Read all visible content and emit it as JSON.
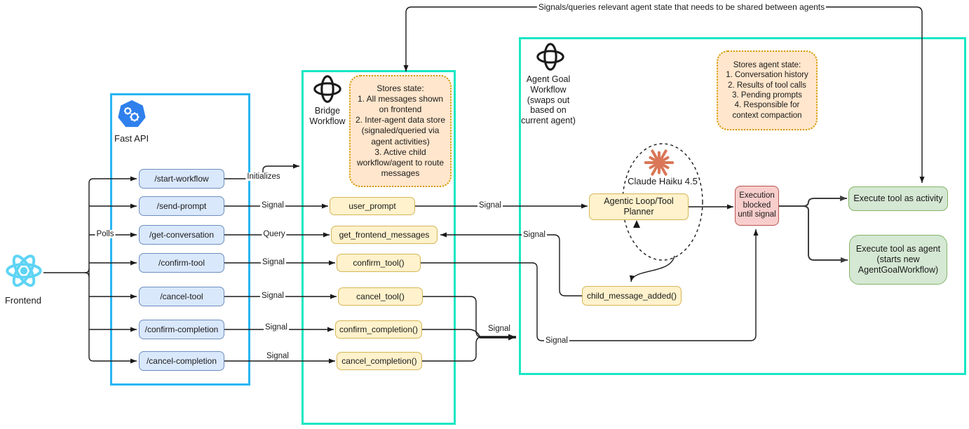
{
  "top_label": "Signals/queries relevant agent state that needs to be shared between agents",
  "frontend": {
    "label": "Frontend"
  },
  "fastapi": {
    "title": "Fast API",
    "endpoints": [
      "/start-workflow",
      "/send-prompt",
      "/get-conversation",
      "/confirm-tool",
      "/cancel-tool",
      "/confirm-completion",
      "/cancel-completion"
    ]
  },
  "bridge": {
    "title": "Bridge\nWorkflow",
    "note": "Stores state:\n1. All messages shown\non frontend\n2. Inter-agent data store\n(signaled/queried via\nagent activities)\n3. Active child\nworkflow/agent to route\nmessages",
    "handlers": [
      "user_prompt",
      "get_frontend_messages",
      "confirm_tool()",
      "cancel_tool()",
      "confirm_completion()",
      "cancel_completion()"
    ]
  },
  "agent": {
    "title": "Agent Goal\nWorkflow\n(swaps out\nbased on\ncurrent agent)",
    "note": "Stores agent state:\n1. Conversation history\n2. Results of tool calls\n3. Pending prompts\n4. Responsible for\ncontext compaction",
    "model": "Claude Haiku 4.5",
    "planner": "Agentic Loop/Tool\nPlanner",
    "blocked": "Execution\nblocked\nuntil signal",
    "child_signal": "child_message_added()"
  },
  "outputs": {
    "activity": "Execute tool as activity",
    "agent_tool": "Execute tool as agent\n(starts new\nAgentGoalWorkflow)"
  },
  "edge": {
    "initializes": "Initializes",
    "signal": "Signal",
    "query": "Query",
    "polls": "Polls"
  },
  "colors": {
    "fastapi_border": "#29b6f2",
    "workflow_border": "#18e7c4",
    "endpoint_fill": "#dae8fc",
    "endpoint_border": "#6c8ebf",
    "handler_fill": "#fff2cc",
    "handler_border": "#d6b656",
    "note_fill": "#ffe6cc",
    "note_border": "#d79b00",
    "blocked_fill": "#f8cecc",
    "blocked_border": "#b85450",
    "tool_fill": "#d5e8d4",
    "tool_border": "#82b366",
    "claude": "#d97757",
    "react": "#5ed4f5",
    "fastapi_icon": "#2f80ed"
  }
}
